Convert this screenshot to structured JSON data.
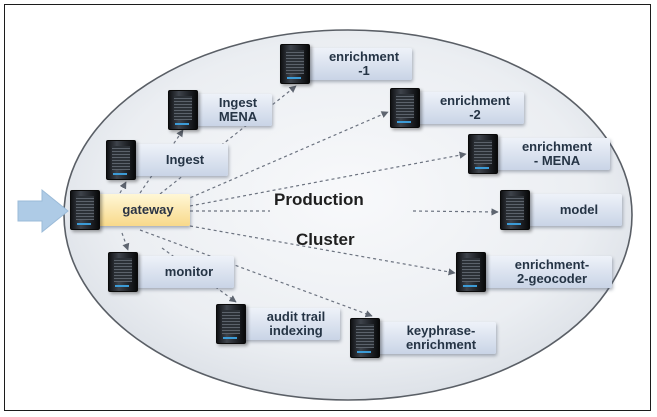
{
  "title": {
    "line1": "Production",
    "line2": "Cluster"
  },
  "nodes": {
    "gateway": "gateway",
    "ingest": "Ingest",
    "ingest_mena_line1": "Ingest",
    "ingest_mena_line2": "MENA",
    "enrichment_1_line1": "enrichment",
    "enrichment_1_line2": "-1",
    "enrichment_2_line1": "enrichment",
    "enrichment_2_line2": "-2",
    "enrichment_mena_line1": "enrichment",
    "enrichment_mena_line2": "- MENA",
    "model": "model",
    "geocoder_line1": "enrichment-",
    "geocoder_line2": "2-geocoder",
    "monitor": "monitor",
    "audit_line1": "audit trail",
    "audit_line2": "indexing",
    "keyphrase_line1": "keyphrase-",
    "keyphrase_line2": "enrichment"
  },
  "colors": {
    "ellipse_fill": "#e4e8ee",
    "node_label_fill": "#cfd9ea",
    "gateway_label_fill": "#f9dd92",
    "input_arrow": "#aecbe6",
    "connector": "#6c7380"
  }
}
